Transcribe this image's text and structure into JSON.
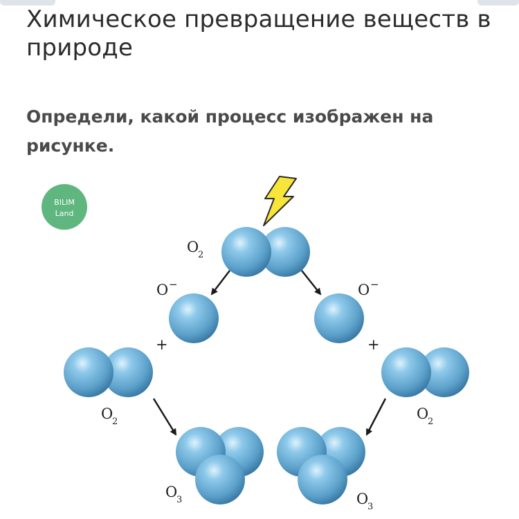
{
  "header": {
    "title": "Химическое превращение веществ в природе"
  },
  "question": {
    "text": "Определи, какой процесс изображен на рисунке."
  },
  "logo": {
    "line1": "BILIM",
    "line2": "Land",
    "color": "#5fb67f"
  },
  "diagram": {
    "molecule_color": "#6fb0d8",
    "labels": {
      "o2_top": "O",
      "o2_top_sub": "2",
      "o_minus_left": "O",
      "o_minus_left_sup": "−",
      "o_minus_right": "O",
      "o_minus_right_sup": "−",
      "plus_left": "+",
      "plus_right": "+",
      "o2_left": "O",
      "o2_left_sub": "2",
      "o2_right": "O",
      "o2_right_sub": "2",
      "o3_left": "O",
      "o3_left_sub": "3",
      "o3_right": "O",
      "o3_right_sub": "3"
    }
  }
}
